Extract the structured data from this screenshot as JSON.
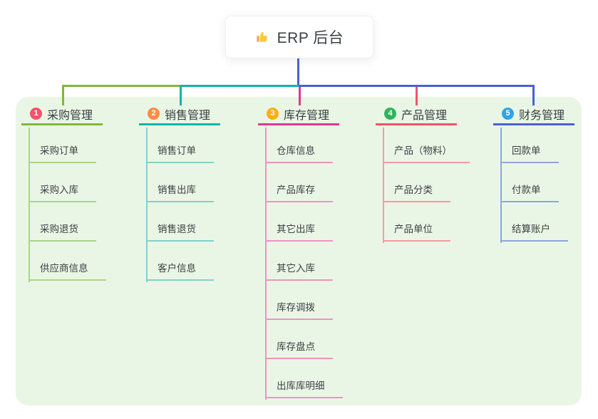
{
  "root": {
    "label": "ERP 后台",
    "icon": "thumbs-up-icon"
  },
  "panel_color": "#EAF6E5",
  "trunk_color": "#4A61D1",
  "text_color": "#3D4147",
  "branches": [
    {
      "badge": "1",
      "label": "采购管理",
      "badge_color": "#F4516C",
      "line_color": "#7EB93F",
      "child_line_color": "#A9D488",
      "children": [
        "采购订单",
        "采购入库",
        "采购退货",
        "供应商信息"
      ]
    },
    {
      "badge": "2",
      "label": "销售管理",
      "badge_color": "#FB8C44",
      "line_color": "#0FB5A9",
      "child_line_color": "#7FD2CB",
      "children": [
        "销售订单",
        "销售出库",
        "销售退货",
        "客户信息"
      ]
    },
    {
      "badge": "3",
      "label": "库存管理",
      "badge_color": "#FBAE17",
      "line_color": "#DE3A90",
      "child_line_color": "#F192C1",
      "children": [
        "仓库信息",
        "产品库存",
        "其它出库",
        "其它入库",
        "库存调拨",
        "库存盘点",
        "出库库明细"
      ]
    },
    {
      "badge": "4",
      "label": "产品管理",
      "badge_color": "#2EB45C",
      "line_color": "#F4526B",
      "child_line_color": "#F59AA4",
      "children": [
        "产品（物料）",
        "产品分类",
        "产品单位"
      ]
    },
    {
      "badge": "5",
      "label": "财务管理",
      "badge_color": "#31A3E8",
      "line_color": "#4A61D1",
      "child_line_color": "#8FA5DE",
      "children": [
        "回款单",
        "付款单",
        "结算账户"
      ]
    }
  ]
}
